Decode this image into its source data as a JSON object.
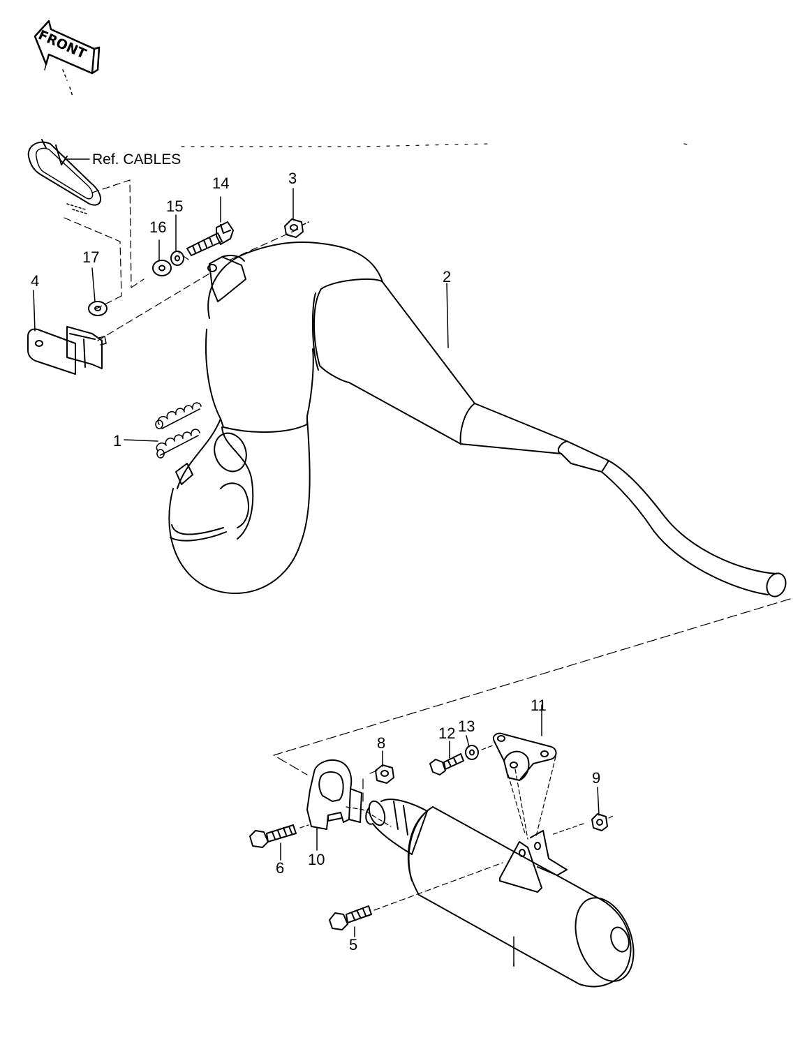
{
  "diagram": {
    "front_arrow_label": "FRONT",
    "reference_label": "Ref. CABLES",
    "callouts": {
      "p1": "1",
      "p2": "2",
      "p3": "3",
      "p4": "4",
      "p5": "5",
      "p6": "6",
      "p8": "8",
      "p9": "9",
      "p10": "10",
      "p11": "11",
      "p12": "12",
      "p13": "13",
      "p14": "14",
      "p15": "15",
      "p16": "16",
      "p17": "17"
    },
    "colors": {
      "line": "#000000",
      "background": "#ffffff"
    }
  }
}
